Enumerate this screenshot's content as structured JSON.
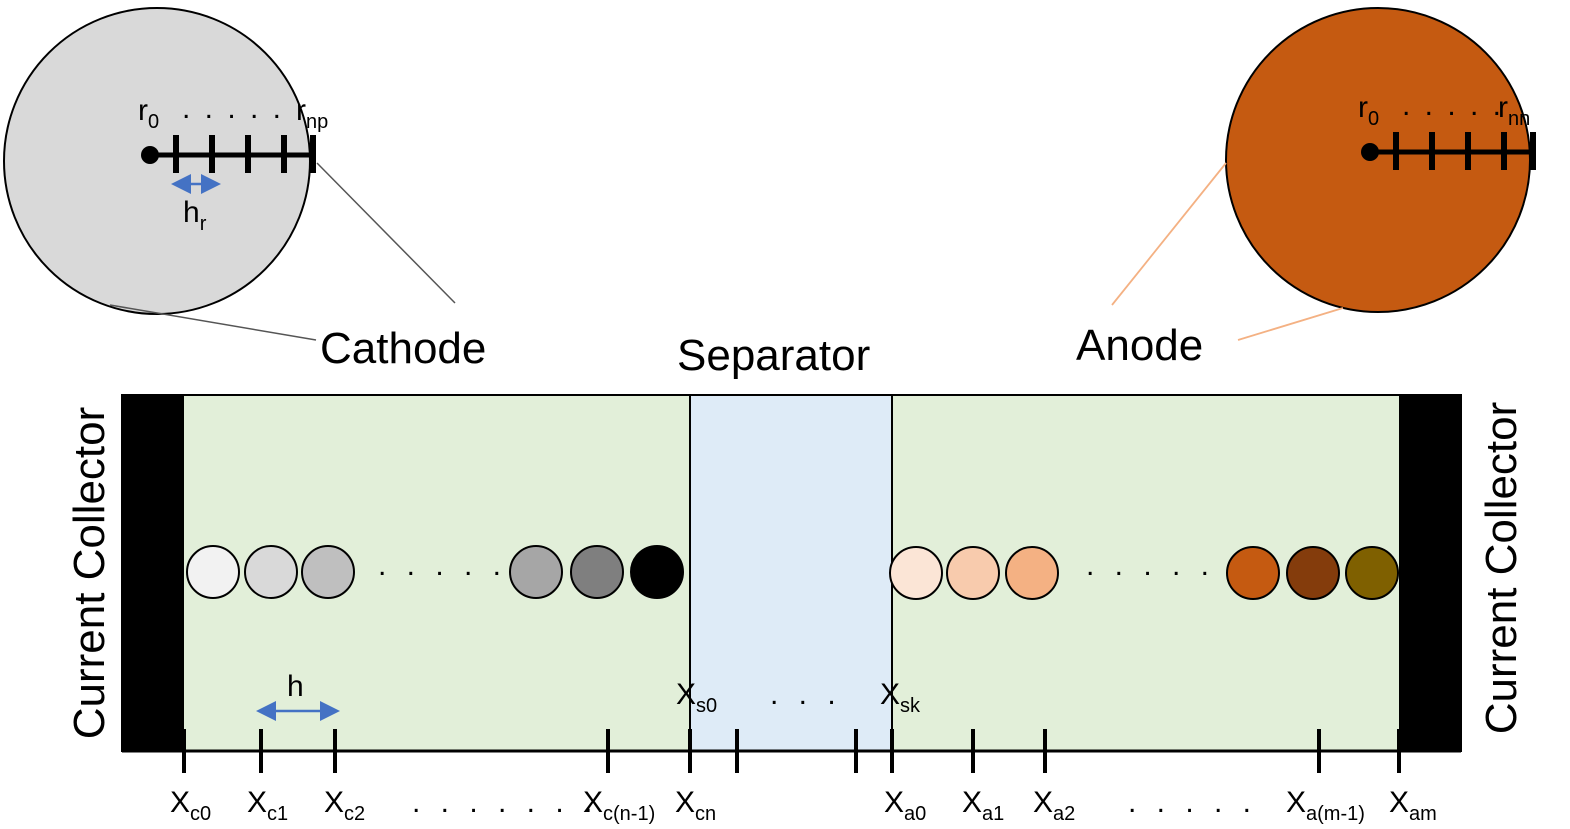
{
  "labels": {
    "cathode": "Cathode",
    "separator": "Separator",
    "anode": "Anode",
    "collector_left": "Current Collector",
    "collector_right": "Current Collector",
    "dots5": ". . . . .",
    "dots3": ". . .",
    "dots7": ". . . . . . ."
  },
  "cathode_particle": {
    "r0": "r",
    "r0_sub": "0",
    "rend": "r",
    "rend_sub": "np",
    "h": "h",
    "h_sub": "r"
  },
  "anode_particle": {
    "r0": "r",
    "r0_sub": "0",
    "rend": "r",
    "rend_sub": "nn"
  },
  "mesh": {
    "h": "h",
    "xs0": "X",
    "xs0_sub": "s0",
    "xsk": "X",
    "xsk_sub": "sk",
    "ticks": [
      {
        "main": "X",
        "sub": "c0"
      },
      {
        "main": "X",
        "sub": "c1"
      },
      {
        "main": "X",
        "sub": "c2"
      },
      {
        "main": "X",
        "sub": "c(n-1)"
      },
      {
        "main": "X",
        "sub": "cn"
      },
      {
        "main": "X",
        "sub": "a0"
      },
      {
        "main": "X",
        "sub": "a1"
      },
      {
        "main": "X",
        "sub": "a2"
      },
      {
        "main": "X",
        "sub": "a(m-1)"
      },
      {
        "main": "X",
        "sub": "am"
      }
    ]
  },
  "colors": {
    "electrode_bg": "#e2efd9",
    "separator_bg": "#deebf7",
    "collector": "#000000",
    "cathode_particle": "#d9d9d9",
    "anode_particle": "#c55a11",
    "arrow": "#4472c4",
    "cathode_spheres": [
      "#f2f2f2",
      "#d9d9d9",
      "#bfbfbf",
      "#a6a6a6",
      "#7f7f7f",
      "#000000"
    ],
    "anode_spheres": [
      "#fbe5d6",
      "#f8cbad",
      "#f4b183",
      "#c55a11",
      "#843c0c",
      "#7f6000"
    ]
  }
}
